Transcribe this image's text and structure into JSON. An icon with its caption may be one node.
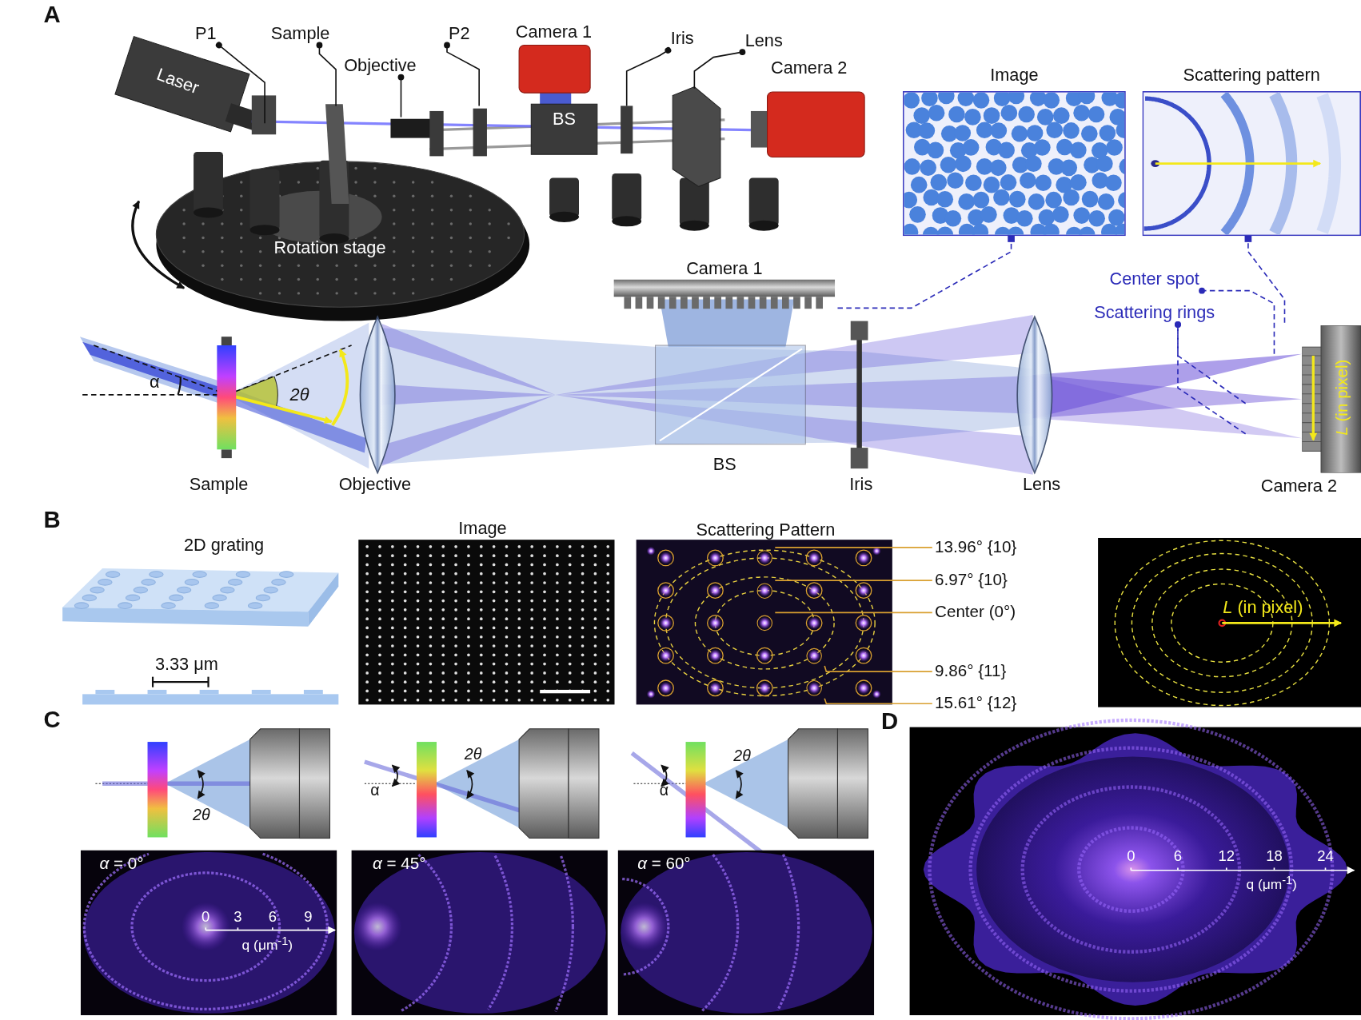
{
  "diagram": {
    "nodes": [
      {
        "text": [
          "P1"
        ]
      },
      {
        "text": [
          "Sample"
        ]
      },
      {
        "text": [
          "Objective"
        ]
      },
      {
        "text": [
          "P2"
        ]
      },
      {
        "text": [
          "Iris"
        ]
      },
      {
        "text": [
          "Lens"
        ]
      },
      {
        "text": [
          "Image"
        ]
      },
      {
        "text": [
          "Scattering pattern"
        ]
      },
      {
        "text": [
          "Camera 1"
        ]
      },
      {
        "text": [
          "Center spot"
        ]
      },
      {
        "text": [
          "Scattering rings"
        ]
      },
      {
        "text": [
          "Camera 2"
        ]
      },
      {
        "text": [
          "13.96° {10}"
        ]
      },
      {
        "text": [
          "6.97° {10}"
        ]
      },
      {
        "text": [
          "Center (0°)"
        ]
      },
      {
        "text": [
          "9.86° {11}"
        ]
      },
      {
        "text": [
          "15.61° {12}"
        ]
      },
      {
        "text": [],
        "shape": "circle"
      },
      {
        "text": [],
        "shape": "circle"
      },
      {
        "text": [],
        "shape": "circle"
      },
      {
        "text": [],
        "shape": "circle"
      },
      {
        "text": [],
        "shape": "circle"
      }
    ],
    "edges": [
      {
        "from": null,
        "to": 0,
        "arrow": "other"
      },
      {
        "from": null,
        "to": 1,
        "arrow": "other"
      },
      {
        "from": null,
        "to": 2,
        "arrow": "other"
      },
      {
        "from": null,
        "to": 3,
        "arrow": "other"
      },
      {
        "from": null,
        "to": 4,
        "arrow": "other"
      },
      {
        "from": null,
        "to": 5,
        "arrow": "other"
      },
      {
        "from": 8,
        "to": 6,
        "arrow": "other",
        "style": "dashed",
        "color": "#2b2bb8"
      },
      {
        "from": 11,
        "to": 7,
        "arrow": "other",
        "style": "dashed",
        "color": "#2b2bb8"
      },
      {
        "from": null,
        "to": 9,
        "arrow": "other",
        "style": "dashed",
        "color": "#2b2bb8"
      },
      {
        "from": null,
        "to": 10,
        "arrow": "other",
        "style": "dashed",
        "color": "#2b2bb8"
      },
      {
        "from": null,
        "to": 10,
        "arrow": "other",
        "style": "dashed",
        "color": "#2b2bb8"
      },
      {
        "from": 17,
        "to": 12,
        "arrow": "none",
        "color": "#d9a030"
      },
      {
        "from": 18,
        "to": 13,
        "arrow": "none",
        "color": "#d9a030"
      },
      {
        "from": 19,
        "to": 14,
        "arrow": "none",
        "color": "#d9a030"
      },
      {
        "from": 20,
        "to": 15,
        "arrow": "none",
        "color": "#d9a030"
      },
      {
        "from": 21,
        "to": 16,
        "arrow": "none",
        "color": "#d9a030"
      }
    ],
    "labels": [
      "A",
      "Laser",
      "Camera 1",
      "BS",
      "Camera 2",
      "Rotation stage",
      "α",
      "2θ",
      "Sample",
      "Objective",
      "BS",
      "Iris",
      "Lens",
      "*L* (in pixel)",
      "B",
      "2D grating",
      "3.33 μm",
      "Image",
      "Scattering Pattern",
      "*L* (in pixel)",
      "C",
      "2θ",
      "α",
      "2θ",
      "α",
      "2θ",
      "*α* = 0°",
      "0",
      "3",
      "6",
      "9",
      "q (μm$^{-1}$)",
      "*α* = 45°",
      "*α* = 60°",
      "D",
      "0",
      "6",
      "12",
      "18",
      "24",
      "q (μm$^{-1}$)"
    ]
  }
}
